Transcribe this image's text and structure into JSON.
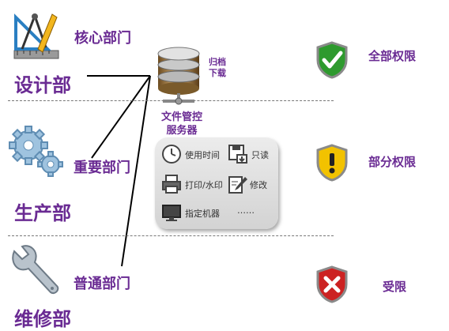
{
  "colors": {
    "label": "#6a2b93",
    "ok": "#2e9a2e",
    "warn": "#f2c200",
    "deny": "#cc2222"
  },
  "departments": [
    {
      "level_label": "核心部门",
      "name": "设计部",
      "icon": "drafting-tools-icon",
      "permission": {
        "label": "全部权限",
        "icon": "shield-check-icon"
      }
    },
    {
      "level_label": "重要部门",
      "name": "生产部",
      "icon": "gears-icon",
      "permission": {
        "label": "部分权限",
        "icon": "shield-warning-icon"
      }
    },
    {
      "level_label": "普通部门",
      "name": "维修部",
      "icon": "wrench-icon",
      "permission": {
        "label": "受限",
        "icon": "shield-cross-icon"
      }
    }
  ],
  "server": {
    "icon": "database-server-icon",
    "name_line1": "文件管控",
    "name_line2": "服务器",
    "side_line1": "归档",
    "side_line2": "下载"
  },
  "controls": [
    {
      "label": "使用时间",
      "icon": "clock-icon"
    },
    {
      "label": "只读",
      "icon": "save-lock-icon"
    },
    {
      "label": "打印/水印",
      "icon": "printer-icon"
    },
    {
      "label": "修改",
      "icon": "edit-icon"
    },
    {
      "label": "指定机器",
      "icon": "monitor-icon"
    },
    {
      "label": "……",
      "icon": ""
    }
  ]
}
